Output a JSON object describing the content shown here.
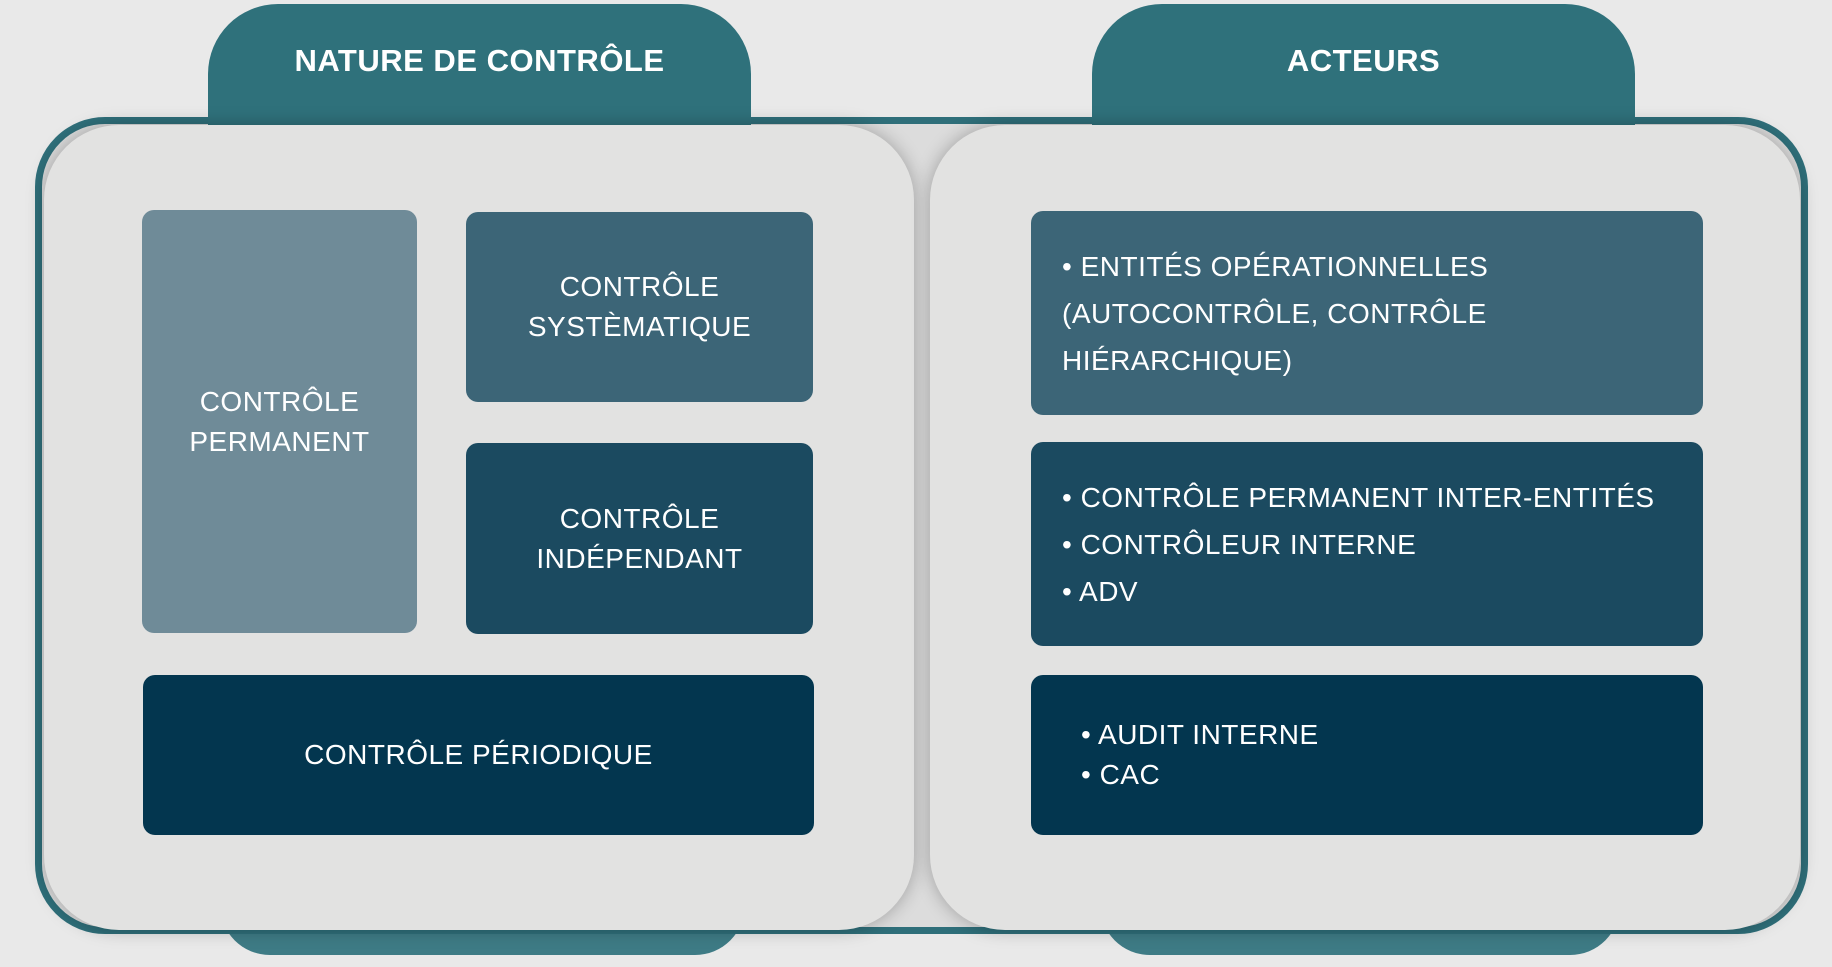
{
  "colors": {
    "frame": "#2f6f7a",
    "header": "#2f717b",
    "panel": "#e2e2e1",
    "box_light": "#6f8b98",
    "box_mid": "#3c6577",
    "box_dark": "#1b4a60",
    "box_darkest": "#03364f"
  },
  "nature": {
    "title": "NATURE DE CONTRÔLE",
    "permanent": [
      "CONTRÔLE",
      "PERMANENT"
    ],
    "systematique": [
      "CONTRÔLE",
      "SYSTÈMATIQUE"
    ],
    "independant": [
      "CONTRÔLE",
      "INDÉPENDANT"
    ],
    "periodique": "CONTRÔLE PÉRIODIQUE"
  },
  "acteurs": {
    "title": "ACTEURS",
    "group1": [
      "• ENTITÉS OPÉRATIONNELLES",
      "(AUTOCONTRÔLE, CONTRÔLE",
      "HIÉRARCHIQUE)"
    ],
    "group2": [
      "• CONTRÔLE PERMANENT INTER-ENTITÉS",
      "• CONTRÔLEUR INTERNE",
      "• ADV"
    ],
    "group3": [
      "• AUDIT INTERNE",
      "• CAC"
    ]
  }
}
